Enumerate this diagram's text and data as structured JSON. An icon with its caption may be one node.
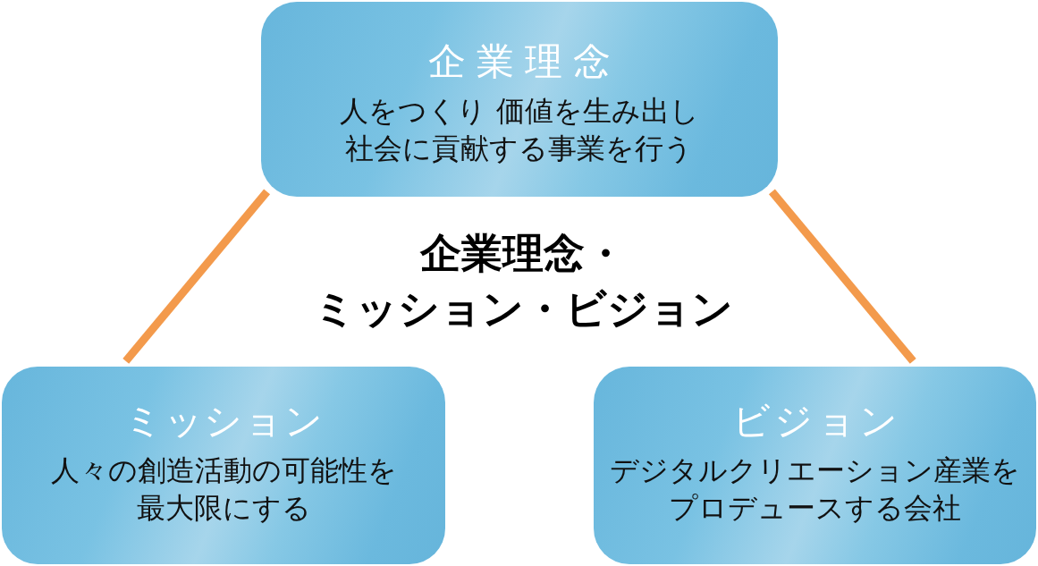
{
  "diagram": {
    "title": "企業理念・ミッション・ビジョン",
    "nodes": [
      {
        "text": [
          "企業理念",
          "人をつくり 価値を生み出し社会に貢献する事業を行う"
        ]
      },
      {
        "text": [
          "ミッション",
          "人々の創造活動の可能性を最大限にする"
        ]
      },
      {
        "text": [
          "ビジョン",
          "デジタルクリエーション産業をプロデュースする会社"
        ]
      }
    ],
    "edges": [
      {
        "from": 0,
        "to": 1,
        "arrow": "none"
      },
      {
        "from": 0,
        "to": 2,
        "arrow": "none"
      }
    ]
  }
}
